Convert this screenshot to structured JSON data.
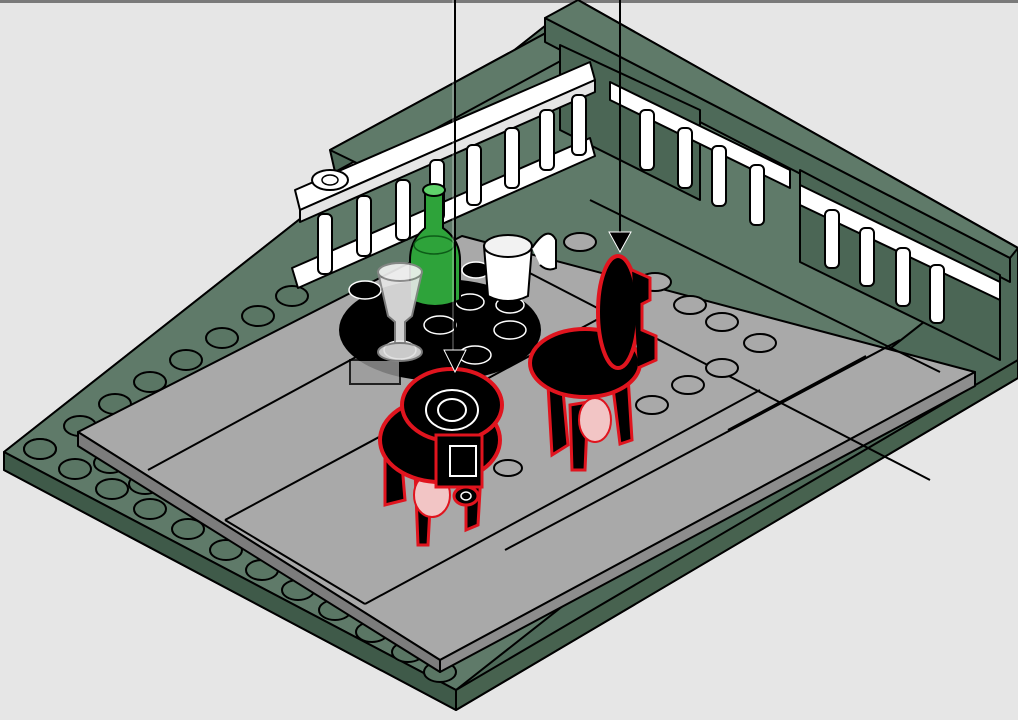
{
  "scene": {
    "view": "isometric",
    "subject": "building-step",
    "colors": {
      "background": "#e6e6e6",
      "baseplate": "#5f7a69",
      "baseplate_dark": "#3f5a49",
      "tile_grey": "#a9a9a9",
      "tile_grey_light": "#c4c4c4",
      "railing_white": "#ffffff",
      "bottle_green": "#2ea33a",
      "furniture_black": "#000000",
      "highlight_red": "#e0141e",
      "glass_clear": "#dcdcdc"
    },
    "parts_highlighted": 2,
    "callout_arrows": 2
  }
}
